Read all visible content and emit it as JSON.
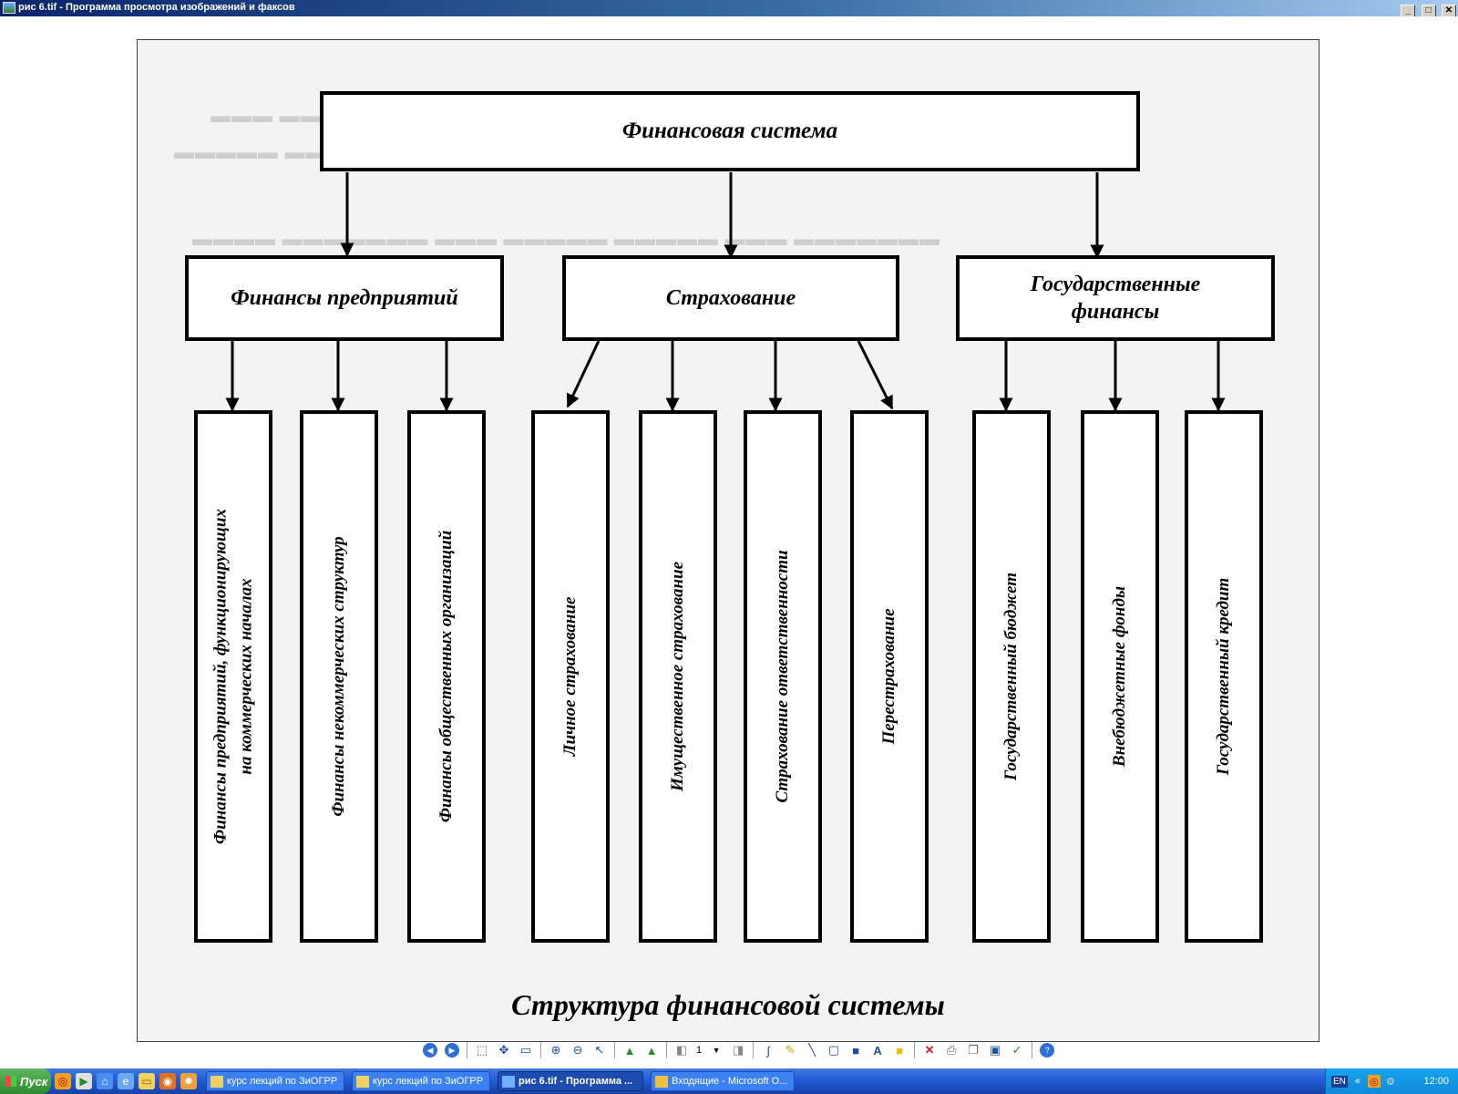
{
  "window": {
    "title": "рис 6.tif - Программа просмотра изображений и факсов",
    "minimize": "_",
    "maximize": "□",
    "close": "✕"
  },
  "diagram": {
    "root": "Финансовая система",
    "branches": [
      {
        "label": "Финансы предприятий",
        "children": [
          "Финансы предприятий, функционирующих\nна коммерческих началах",
          "Финансы некоммерческих структур",
          "Финансы общественных организаций"
        ]
      },
      {
        "label": "Страхование",
        "children": [
          "Личное страхование",
          "Имущественное страхование",
          "Страхование ответственности",
          "Перестрахование"
        ]
      },
      {
        "label": "Государственные\nфинансы",
        "children": [
          "Государственный бюджет",
          "Внебюджетные фонды",
          "Государственный кредит"
        ]
      }
    ],
    "caption": "Структура финансовой системы"
  },
  "toolbar": {
    "page_number": "1",
    "icons": [
      "prev-image-icon",
      "next-image-icon",
      "best-fit-icon",
      "actual-size-icon",
      "slideshow-icon",
      "zoom-in-icon",
      "zoom-out-icon",
      "pointer-icon",
      "rotate-clockwise-icon",
      "rotate-counterclockwise-icon",
      "previous-page-icon",
      "page-dropdown-icon",
      "next-page-icon",
      "freehand-icon",
      "highlight-icon",
      "line-icon",
      "hollow-rect-icon",
      "filled-rect-icon",
      "text-icon",
      "note-icon",
      "delete-icon",
      "print-icon",
      "copy-icon",
      "save-icon",
      "edit-icon",
      "help-icon"
    ]
  },
  "taskbar": {
    "start_label": "Пуск",
    "tasks": [
      {
        "label": "курс лекций по ЗиОГРР",
        "active": false
      },
      {
        "label": "курс лекций по ЗиОГРР",
        "active": false
      },
      {
        "label": "рис 6.tif - Программа ...",
        "active": true
      },
      {
        "label": "Входящие - Microsoft O...",
        "active": false
      }
    ],
    "language": "EN",
    "chevron": "«",
    "clock": "12:00"
  },
  "colors": {
    "titlebar_start": "#0a246a",
    "taskbar": "#245edb",
    "start_button": "#3c9a3c"
  }
}
